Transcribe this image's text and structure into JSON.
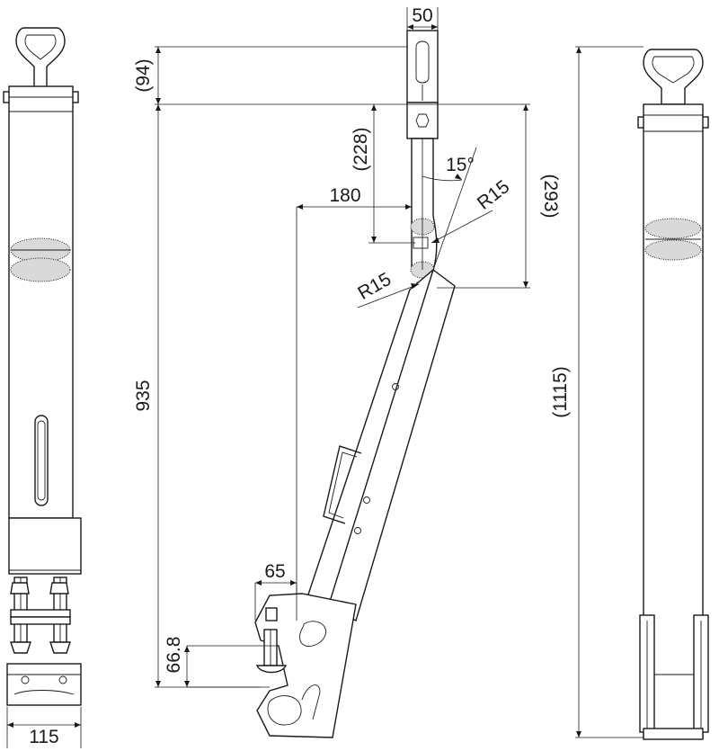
{
  "drawing": {
    "views": [
      "front-view",
      "side-view",
      "rear-view"
    ],
    "dimensions": {
      "top_width": "50",
      "handle_height": "(94)",
      "upper_offset": "(228)",
      "angle": "15°",
      "radius_upper": "R15",
      "right_height": "(293)",
      "horizontal_offset": "180",
      "radius_lower": "R15",
      "total_height": "935",
      "clamp_width": "65",
      "clamp_height": "66.8",
      "base_width": "115",
      "overall_length": "(1115)"
    }
  }
}
